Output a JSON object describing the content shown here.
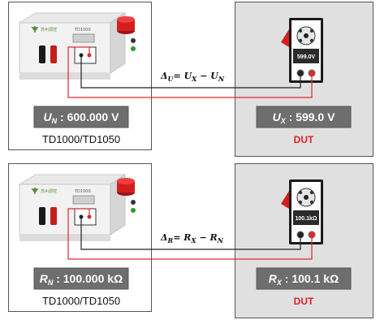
{
  "panels": [
    {
      "id": "voltage",
      "calibrator": {
        "brand": "苏州源控",
        "model": "TD1000",
        "label": "U_N : 600.000 V",
        "label_symbol": "U",
        "label_sub": "N",
        "label_value": " : 600.000 V",
        "caption": "TD1000/TD1050"
      },
      "formula": {
        "delta_sub": "U",
        "text": "= U_X − U_N",
        "lhs": "U",
        "lhs_sub": "X",
        "rhs": "U",
        "rhs_sub": "N"
      },
      "dut": {
        "display": "599.0V",
        "label_symbol": "U",
        "label_sub": "X",
        "label_value": " : 599.0 V",
        "caption": "DUT"
      }
    },
    {
      "id": "resistance",
      "calibrator": {
        "brand": "苏州源控",
        "model": "TD1000",
        "label_symbol": "R",
        "label_sub": "N",
        "label_value": " : 100.000 kΩ",
        "caption": "TD1000/TD1050"
      },
      "formula": {
        "delta_sub": "R",
        "lhs": "R",
        "lhs_sub": "X",
        "rhs": "R",
        "rhs_sub": "N"
      },
      "dut": {
        "display": "100.1kΩ",
        "label_symbol": "R",
        "label_sub": "X",
        "label_value": " : 100.1 kΩ",
        "caption": "DUT"
      }
    }
  ],
  "colors": {
    "wire_red": "#e02a2a",
    "wire_black": "#222222",
    "label_bg": "#6e6e6e",
    "dut_panel_bg": "#e0e0e0",
    "dut_caption": "#e02020"
  }
}
